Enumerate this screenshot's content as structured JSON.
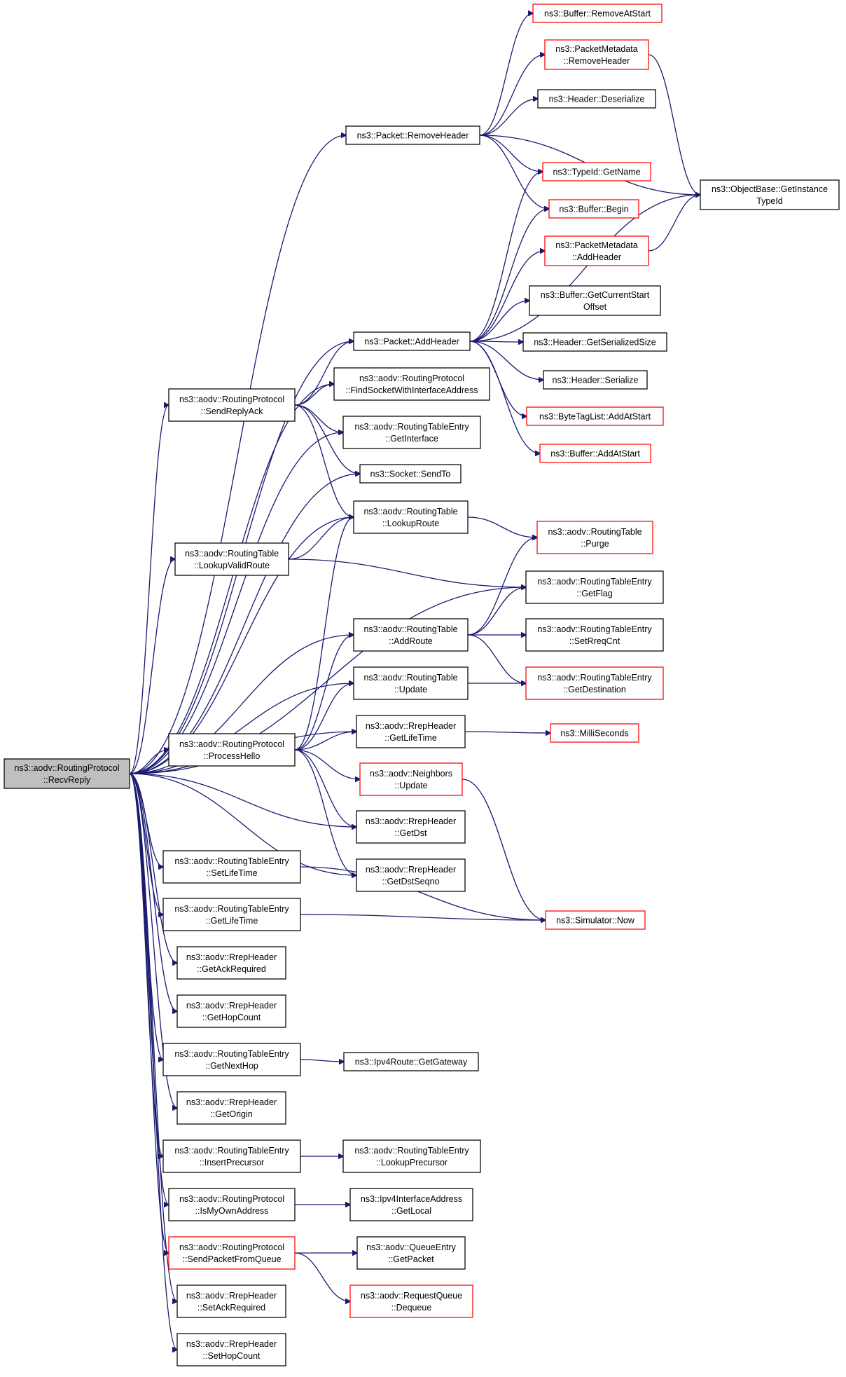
{
  "colors": {
    "edge": "#191970",
    "border_normal": "#000000",
    "border_truncated": "#ff0000",
    "root_fill": "#bfbfbf",
    "node_fill": "#ffffff"
  },
  "nodes": [
    {
      "id": "root",
      "lines": [
        "ns3::aodv::RoutingProtocol",
        "::RecvReply"
      ],
      "style": "root"
    },
    {
      "id": "removeAtStart",
      "lines": [
        "ns3::Buffer::RemoveAtStart"
      ],
      "style": "truncated"
    },
    {
      "id": "pmRemoveHeader",
      "lines": [
        "ns3::PacketMetadata",
        "::RemoveHeader"
      ],
      "style": "truncated"
    },
    {
      "id": "headerDeserialize",
      "lines": [
        "ns3::Header::Deserialize"
      ],
      "style": "normal"
    },
    {
      "id": "packetRemoveHeader",
      "lines": [
        "ns3::Packet::RemoveHeader"
      ],
      "style": "normal"
    },
    {
      "id": "typeIdGetName",
      "lines": [
        "ns3::TypeId::GetName"
      ],
      "style": "truncated"
    },
    {
      "id": "objectBaseGetInstanceTypeId",
      "lines": [
        "ns3::ObjectBase::GetInstance",
        "TypeId"
      ],
      "style": "normal"
    },
    {
      "id": "bufferBegin",
      "lines": [
        "ns3::Buffer::Begin"
      ],
      "style": "truncated"
    },
    {
      "id": "pmAddHeader",
      "lines": [
        "ns3::PacketMetadata",
        "::AddHeader"
      ],
      "style": "truncated"
    },
    {
      "id": "bufferGetCurrentStartOffset",
      "lines": [
        "ns3::Buffer::GetCurrentStart",
        "Offset"
      ],
      "style": "normal"
    },
    {
      "id": "packetAddHeader",
      "lines": [
        "ns3::Packet::AddHeader"
      ],
      "style": "normal"
    },
    {
      "id": "headerGetSerializedSize",
      "lines": [
        "ns3::Header::GetSerializedSize"
      ],
      "style": "normal"
    },
    {
      "id": "findSocket",
      "lines": [
        "ns3::aodv::RoutingProtocol",
        "::FindSocketWithInterfaceAddress"
      ],
      "style": "normal"
    },
    {
      "id": "headerSerialize",
      "lines": [
        "ns3::Header::Serialize"
      ],
      "style": "normal"
    },
    {
      "id": "sendReplyAck",
      "lines": [
        "ns3::aodv::RoutingProtocol",
        "::SendReplyAck"
      ],
      "style": "normal"
    },
    {
      "id": "byteTagListAddAtStart",
      "lines": [
        "ns3::ByteTagList::AddAtStart"
      ],
      "style": "truncated"
    },
    {
      "id": "rteGetInterface",
      "lines": [
        "ns3::aodv::RoutingTableEntry",
        "::GetInterface"
      ],
      "style": "normal"
    },
    {
      "id": "bufferAddAtStart",
      "lines": [
        "ns3::Buffer::AddAtStart"
      ],
      "style": "truncated"
    },
    {
      "id": "socketSendTo",
      "lines": [
        "ns3::Socket::SendTo"
      ],
      "style": "normal"
    },
    {
      "id": "rtLookupRoute",
      "lines": [
        "ns3::aodv::RoutingTable",
        "::LookupRoute"
      ],
      "style": "normal"
    },
    {
      "id": "rtPurge",
      "lines": [
        "ns3::aodv::RoutingTable",
        "::Purge"
      ],
      "style": "truncated"
    },
    {
      "id": "rtLookupValidRoute",
      "lines": [
        "ns3::aodv::RoutingTable",
        "::LookupValidRoute"
      ],
      "style": "normal"
    },
    {
      "id": "rteGetFlag",
      "lines": [
        "ns3::aodv::RoutingTableEntry",
        "::GetFlag"
      ],
      "style": "normal"
    },
    {
      "id": "rtAddRoute",
      "lines": [
        "ns3::aodv::RoutingTable",
        "::AddRoute"
      ],
      "style": "normal"
    },
    {
      "id": "rteSetRreqCnt",
      "lines": [
        "ns3::aodv::RoutingTableEntry",
        "::SetRreqCnt"
      ],
      "style": "normal"
    },
    {
      "id": "rtUpdate",
      "lines": [
        "ns3::aodv::RoutingTable",
        "::Update"
      ],
      "style": "normal"
    },
    {
      "id": "rteGetDestination",
      "lines": [
        "ns3::aodv::RoutingTableEntry",
        "::GetDestination"
      ],
      "style": "truncated"
    },
    {
      "id": "rrepGetLifeTime",
      "lines": [
        "ns3::aodv::RrepHeader",
        "::GetLifeTime"
      ],
      "style": "normal"
    },
    {
      "id": "milliSeconds",
      "lines": [
        "ns3::MilliSeconds"
      ],
      "style": "truncated"
    },
    {
      "id": "processHello",
      "lines": [
        "ns3::aodv::RoutingProtocol",
        "::ProcessHello"
      ],
      "style": "normal"
    },
    {
      "id": "neighborsUpdate",
      "lines": [
        "ns3::aodv::Neighbors",
        "::Update"
      ],
      "style": "truncated"
    },
    {
      "id": "rrepGetDst",
      "lines": [
        "ns3::aodv::RrepHeader",
        "::GetDst"
      ],
      "style": "normal"
    },
    {
      "id": "rteSetLifeTime",
      "lines": [
        "ns3::aodv::RoutingTableEntry",
        "::SetLifeTime"
      ],
      "style": "normal"
    },
    {
      "id": "rrepGetDstSeqno",
      "lines": [
        "ns3::aodv::RrepHeader",
        "::GetDstSeqno"
      ],
      "style": "normal"
    },
    {
      "id": "rteGetLifeTime",
      "lines": [
        "ns3::aodv::RoutingTableEntry",
        "::GetLifeTime"
      ],
      "style": "normal"
    },
    {
      "id": "simulatorNow",
      "lines": [
        "ns3::Simulator::Now"
      ],
      "style": "truncated"
    },
    {
      "id": "rrepGetAckRequired",
      "lines": [
        "ns3::aodv::RrepHeader",
        "::GetAckRequired"
      ],
      "style": "normal"
    },
    {
      "id": "rrepGetHopCount",
      "lines": [
        "ns3::aodv::RrepHeader",
        "::GetHopCount"
      ],
      "style": "normal"
    },
    {
      "id": "rteGetNextHop",
      "lines": [
        "ns3::aodv::RoutingTableEntry",
        "::GetNextHop"
      ],
      "style": "normal"
    },
    {
      "id": "ipv4RouteGetGateway",
      "lines": [
        "ns3::Ipv4Route::GetGateway"
      ],
      "style": "normal"
    },
    {
      "id": "rrepGetOrigin",
      "lines": [
        "ns3::aodv::RrepHeader",
        "::GetOrigin"
      ],
      "style": "normal"
    },
    {
      "id": "rteInsertPrecursor",
      "lines": [
        "ns3::aodv::RoutingTableEntry",
        "::InsertPrecursor"
      ],
      "style": "normal"
    },
    {
      "id": "rteLookupPrecursor",
      "lines": [
        "ns3::aodv::RoutingTableEntry",
        "::LookupPrecursor"
      ],
      "style": "normal"
    },
    {
      "id": "isMyOwnAddress",
      "lines": [
        "ns3::aodv::RoutingProtocol",
        "::IsMyOwnAddress"
      ],
      "style": "normal"
    },
    {
      "id": "ipv4InterfaceAddressGetLocal",
      "lines": [
        "ns3::Ipv4InterfaceAddress",
        "::GetLocal"
      ],
      "style": "normal"
    },
    {
      "id": "sendPacketFromQueue",
      "lines": [
        "ns3::aodv::RoutingProtocol",
        "::SendPacketFromQueue"
      ],
      "style": "truncated"
    },
    {
      "id": "queueEntryGetPacket",
      "lines": [
        "ns3::aodv::QueueEntry",
        "::GetPacket"
      ],
      "style": "normal"
    },
    {
      "id": "requestQueueDequeue",
      "lines": [
        "ns3::aodv::RequestQueue",
        "::Dequeue"
      ],
      "style": "truncated"
    },
    {
      "id": "rrepSetAckRequired",
      "lines": [
        "ns3::aodv::RrepHeader",
        "::SetAckRequired"
      ],
      "style": "normal"
    },
    {
      "id": "rrepSetHopCount",
      "lines": [
        "ns3::aodv::RrepHeader",
        "::SetHopCount"
      ],
      "style": "normal"
    }
  ],
  "edges": [
    [
      "root",
      "packetRemoveHeader"
    ],
    [
      "root",
      "packetAddHeader"
    ],
    [
      "root",
      "findSocket"
    ],
    [
      "root",
      "sendReplyAck"
    ],
    [
      "root",
      "rteGetInterface"
    ],
    [
      "root",
      "socketSendTo"
    ],
    [
      "root",
      "rtLookupRoute"
    ],
    [
      "root",
      "rtLookupValidRoute"
    ],
    [
      "root",
      "rteGetFlag"
    ],
    [
      "root",
      "rtAddRoute"
    ],
    [
      "root",
      "rtUpdate"
    ],
    [
      "root",
      "rrepGetLifeTime"
    ],
    [
      "root",
      "processHello"
    ],
    [
      "root",
      "rrepGetDst"
    ],
    [
      "root",
      "rrepGetDstSeqno"
    ],
    [
      "root",
      "rteSetLifeTime"
    ],
    [
      "root",
      "rteGetLifeTime"
    ],
    [
      "root",
      "rrepGetAckRequired"
    ],
    [
      "root",
      "rrepGetHopCount"
    ],
    [
      "root",
      "rteGetNextHop"
    ],
    [
      "root",
      "rrepGetOrigin"
    ],
    [
      "root",
      "rteInsertPrecursor"
    ],
    [
      "root",
      "isMyOwnAddress"
    ],
    [
      "root",
      "sendPacketFromQueue"
    ],
    [
      "root",
      "rrepSetAckRequired"
    ],
    [
      "root",
      "rrepSetHopCount"
    ],
    [
      "packetRemoveHeader",
      "removeAtStart"
    ],
    [
      "packetRemoveHeader",
      "pmRemoveHeader"
    ],
    [
      "packetRemoveHeader",
      "headerDeserialize"
    ],
    [
      "packetRemoveHeader",
      "typeIdGetName"
    ],
    [
      "packetRemoveHeader",
      "bufferBegin"
    ],
    [
      "packetRemoveHeader",
      "objectBaseGetInstanceTypeId"
    ],
    [
      "pmRemoveHeader",
      "objectBaseGetInstanceTypeId"
    ],
    [
      "packetAddHeader",
      "typeIdGetName"
    ],
    [
      "packetAddHeader",
      "bufferBegin"
    ],
    [
      "packetAddHeader",
      "pmAddHeader"
    ],
    [
      "packetAddHeader",
      "bufferGetCurrentStartOffset"
    ],
    [
      "packetAddHeader",
      "headerGetSerializedSize"
    ],
    [
      "packetAddHeader",
      "headerSerialize"
    ],
    [
      "packetAddHeader",
      "byteTagListAddAtStart"
    ],
    [
      "packetAddHeader",
      "bufferAddAtStart"
    ],
    [
      "packetAddHeader",
      "objectBaseGetInstanceTypeId"
    ],
    [
      "pmAddHeader",
      "objectBaseGetInstanceTypeId"
    ],
    [
      "sendReplyAck",
      "packetAddHeader"
    ],
    [
      "sendReplyAck",
      "findSocket"
    ],
    [
      "sendReplyAck",
      "rteGetInterface"
    ],
    [
      "sendReplyAck",
      "socketSendTo"
    ],
    [
      "sendReplyAck",
      "rtLookupRoute"
    ],
    [
      "rtLookupValidRoute",
      "rtLookupRoute"
    ],
    [
      "rtLookupValidRoute",
      "rteGetFlag"
    ],
    [
      "rtLookupRoute",
      "rtPurge"
    ],
    [
      "rtAddRoute",
      "rtPurge"
    ],
    [
      "rtAddRoute",
      "rteGetFlag"
    ],
    [
      "rtAddRoute",
      "rteSetRreqCnt"
    ],
    [
      "rtAddRoute",
      "rteGetDestination"
    ],
    [
      "rtUpdate",
      "rteGetDestination"
    ],
    [
      "rrepGetLifeTime",
      "milliSeconds"
    ],
    [
      "processHello",
      "rtLookupRoute"
    ],
    [
      "processHello",
      "rtAddRoute"
    ],
    [
      "processHello",
      "rtUpdate"
    ],
    [
      "processHello",
      "rrepGetLifeTime"
    ],
    [
      "processHello",
      "neighborsUpdate"
    ],
    [
      "processHello",
      "rrepGetDst"
    ],
    [
      "processHello",
      "rrepGetDstSeqno"
    ],
    [
      "neighborsUpdate",
      "simulatorNow"
    ],
    [
      "rteSetLifeTime",
      "simulatorNow"
    ],
    [
      "rteGetLifeTime",
      "simulatorNow"
    ],
    [
      "rteGetNextHop",
      "ipv4RouteGetGateway"
    ],
    [
      "rteInsertPrecursor",
      "rteLookupPrecursor"
    ],
    [
      "isMyOwnAddress",
      "ipv4InterfaceAddressGetLocal"
    ],
    [
      "sendPacketFromQueue",
      "queueEntryGetPacket"
    ],
    [
      "sendPacketFromQueue",
      "requestQueueDequeue"
    ]
  ]
}
